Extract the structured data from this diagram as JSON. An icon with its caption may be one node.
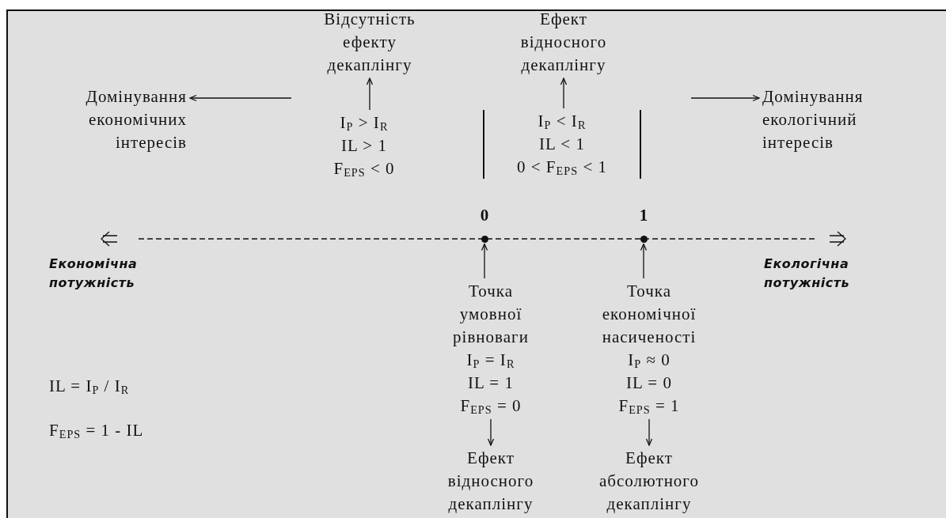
{
  "diagram": {
    "nodes": [
      {
        "text": [
          "Відсутність ефекту декаплінгу"
        ]
      },
      {
        "text": [
          "I$_{P}$ > I$_{R}$",
          "IL > 1",
          "F$_{EPS}$ < 0"
        ]
      },
      {
        "text": [
          "Ефект відносного декаплінгу"
        ]
      },
      {
        "text": [
          "I$_{P}$ < I$_{R}$",
          "IL < 1",
          "0 <  F$_{EPS}$ < 1"
        ]
      },
      {
        "text": [
          "Домінування економічних інтересів"
        ]
      },
      {
        "text": [
          "Домінування екологічний інтересів"
        ]
      },
      {
        "text": [],
        "shape": "circle",
        "beside": [
          "0"
        ]
      },
      {
        "text": [],
        "shape": "circle",
        "beside": [
          "1"
        ]
      },
      {
        "text": [
          "Точка умовної рівноваги",
          "I$_{P}$ = I$_{R}$",
          "IL = 1",
          "F$_{EPS}$ = 0"
        ]
      },
      {
        "text": [
          "Ефект відносного декаплінгу"
        ]
      },
      {
        "text": [
          "Точка економічної насиченості",
          "I$_{P}$ ≈ 0",
          "IL = 0",
          "F$_{EPS}$ = 1"
        ]
      },
      {
        "text": [
          "Ефект абсолютного декаплінгу"
        ]
      },
      {
        "text": [
          "Економічна потужність"
        ]
      },
      {
        "text": [
          "Екологічна потужність"
        ]
      }
    ],
    "edges": [
      {
        "from": 1,
        "to": 0,
        "arrow": "to"
      },
      {
        "from": 3,
        "to": 2,
        "arrow": "to"
      },
      {
        "from": null,
        "to": 4,
        "arrow": "to"
      },
      {
        "from": null,
        "to": 5,
        "arrow": "to"
      },
      {
        "from": 8,
        "to": 6,
        "arrow": "to"
      },
      {
        "from": 10,
        "to": 7,
        "arrow": "to"
      },
      {
        "from": 8,
        "to": 9,
        "arrow": "to"
      },
      {
        "from": 10,
        "to": 11,
        "arrow": "to"
      }
    ],
    "labels": [
      "IL = I$_{P}$ / I$_{R}$",
      "F$_{EPS}$ = 1 - IL"
    ]
  }
}
